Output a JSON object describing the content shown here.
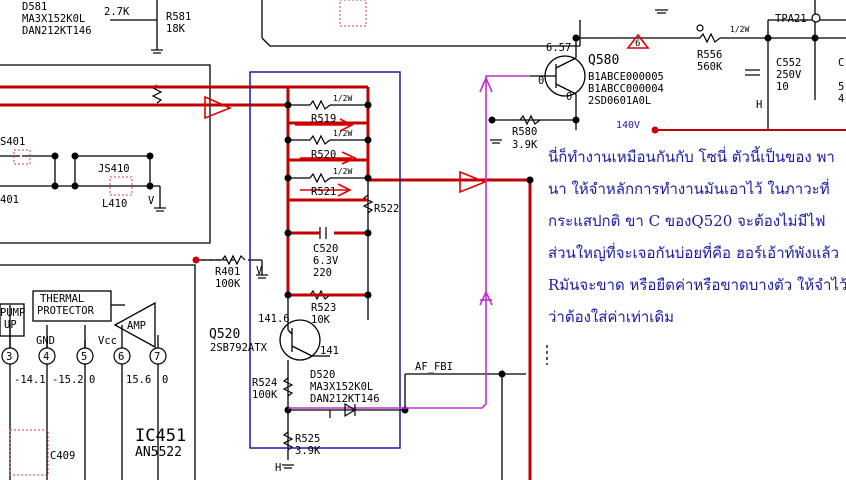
{
  "colors": {
    "wire": "#000000",
    "highlight": "#c00000",
    "box": "#1a1aa8",
    "trace": "#c030d0",
    "note": "#1a1aa8"
  },
  "components": {
    "d581": {
      "ref": "D581",
      "part": "MA3X152K0L",
      "part2": "DAN212KT146"
    },
    "top_val": "2.7K",
    "r581": {
      "ref": "R581",
      "val": "18K"
    },
    "s401": "S401",
    "c401": "401",
    "js410": "JS410",
    "l410": "L410",
    "v_small": "V",
    "thermal": {
      "line1": "THERMAL",
      "line2": "PROTECTOR"
    },
    "pump": {
      "line1": "PUMP",
      "line2": "UP"
    },
    "amp": "AMP",
    "gnd": "GND",
    "vcc": "Vcc",
    "pins": [
      "3",
      "4",
      "5",
      "6",
      "7"
    ],
    "pin_volts": [
      "-14.1",
      "-15.2",
      "0",
      "15.6",
      "0"
    ],
    "ic451": {
      "ref": "IC451",
      "part": "AN5522"
    },
    "c409": "C409",
    "r401": {
      "ref": "R401",
      "val": "100K"
    },
    "q520": {
      "ref": "Q520",
      "part": "2SB792ATX",
      "v_e": "141.6",
      "v_c": "141"
    },
    "r519": "R519",
    "r520": "R520",
    "r521": "R521",
    "r522": "R522",
    "watt": "1/2W",
    "c520": {
      "ref": "C520",
      "v": "6.3V",
      "val": "220"
    },
    "r523": {
      "ref": "R523",
      "val": "10K"
    },
    "r524": {
      "ref": "R524",
      "val": "100K"
    },
    "d520": {
      "ref": "D520",
      "part": "MA3X152K0L",
      "part2": "DAN212KT146"
    },
    "r525": {
      "ref": "R525",
      "val": "3.9K"
    },
    "h": "H",
    "af_fbi": "AF_FBI",
    "q580": {
      "ref": "Q580",
      "v": "6.57",
      "part1": "B1ABCE000005",
      "part2": "B1ABCC000004",
      "part3": "2SD0601A0L",
      "pin0a": "0",
      "pin0b": "0"
    },
    "warn_num": "6",
    "r580": {
      "ref": "R580",
      "val": "3.9K"
    },
    "r556": {
      "ref": "R556",
      "val": "560K"
    },
    "c552": {
      "ref": "C552",
      "v": "250V",
      "val": "10"
    },
    "tpa21": "TPA21",
    "v140": "140V",
    "right_frag": [
      "C",
      "5",
      "4"
    ]
  },
  "note_lines": [
    "นี่ก็ทำงานเหมือนกันกับ โซนี่ ตัวนี้เป็นของ พา",
    "นา ให้จำหลักการทำงานมันเอาไว้ ในภาวะที่",
    "กระแสปกติ ขา C ของQ520 จะต้องไม่มีไฟ",
    "ส่วนใหญ่ที่จะเจอกันบ่อยที่คือ ฮอร์เอ้าท์พังแล้ว",
    "Rมันจะขาด หรือยืดค่าหรือขาดบางตัว ให้จำไว้",
    "ว่าต้องใส่ค่าเท่าเดิม"
  ]
}
